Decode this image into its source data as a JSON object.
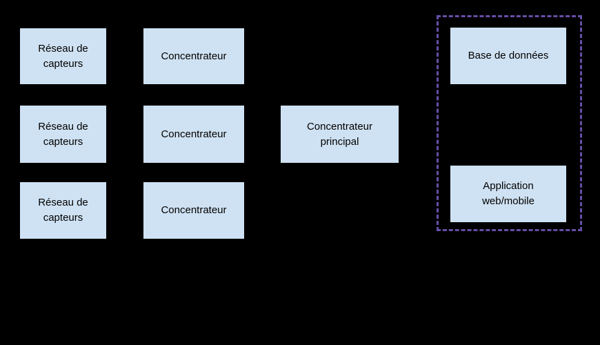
{
  "colors": {
    "canvas_background": "#000000",
    "node_fill": "#cfe2f3",
    "node_border": "#000000",
    "node_text": "#000000",
    "group_outline": "#674ea7"
  },
  "nodes": {
    "sensor_network_1": "Réseau de\ncapteurs",
    "sensor_network_2": "Réseau de\ncapteurs",
    "sensor_network_3": "Réseau de\ncapteurs",
    "concentrator_1": "Concentrateur",
    "concentrator_2": "Concentrateur",
    "concentrator_3": "Concentrateur",
    "main_concentrator": "Concentrateur\nprincipal",
    "database": "Base de données",
    "web_mobile_app": "Application\nweb/mobile"
  }
}
